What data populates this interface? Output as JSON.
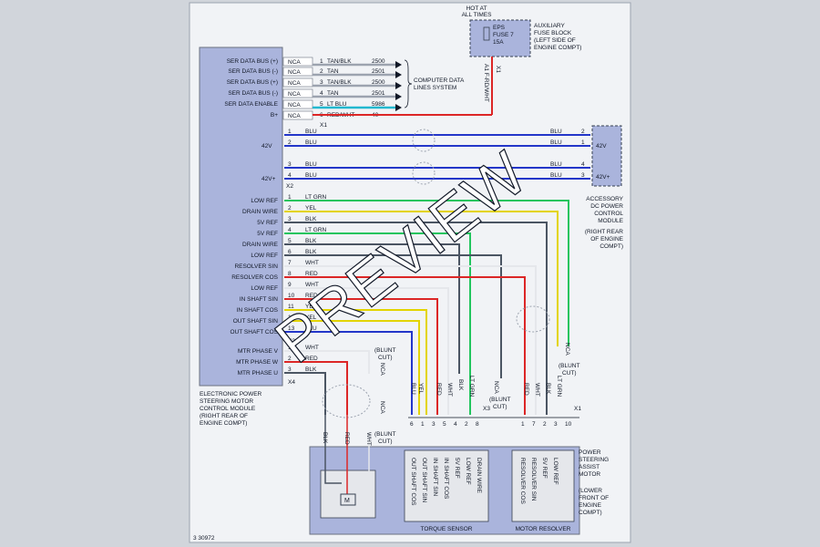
{
  "diagram": {
    "figure_number": "3 30972",
    "watermark": "PREVIEW",
    "hot_at_all_times": [
      "HOT AT",
      "ALL TIMES"
    ],
    "fuse": {
      "label": [
        "EPS",
        "FUSE 7",
        "15A"
      ],
      "block": [
        "AUXILIARY",
        "FUSE BLOCK",
        "(LEFT SIDE OF",
        "ENGINE COMPT)"
      ],
      "wire_circuit": "A1 F-RD/WHT"
    },
    "eps_module": {
      "label": [
        "ELECTRONIC POWER",
        "STEERING MOTOR",
        "CONTROL MODULE",
        "(RIGHT REAR OF",
        "ENGINE COMPT)"
      ]
    },
    "accessory_module": {
      "label": [
        "ACCESSORY",
        "DC POWER",
        "CONTROL",
        "MODULE",
        "(RIGHT REAR",
        "OF ENGINE",
        "COMPT)"
      ],
      "pins": [
        "42V",
        "42V+"
      ]
    },
    "steering_assist_motor": {
      "label": [
        "POWER",
        "STEERING",
        "ASSIST",
        "MOTOR",
        "(LOWER",
        "FRONT OF",
        "ENGINE",
        "COMPT)"
      ]
    },
    "torque_sensor_label": "TORQUE SENSOR",
    "motor_resolver_label": "MOTOR RESOLVER",
    "computer_data_lines": [
      "COMPUTER DATA",
      "LINES SYSTEM"
    ],
    "connectors": {
      "x1": "X1",
      "x2": "X2",
      "x3": "X3",
      "x4": "X4",
      "x_fuse": "X1"
    },
    "x1_pins": [
      {
        "label": "SER DATA BUS (+)",
        "nca": "NCA",
        "pin": "1",
        "color": "TAN/BLK",
        "circuit": "2500"
      },
      {
        "label": "SER DATA BUS (-)",
        "nca": "NCA",
        "pin": "2",
        "color": "TAN",
        "circuit": "2501"
      },
      {
        "label": "SER DATA BUS (+)",
        "nca": "NCA",
        "pin": "3",
        "color": "TAN/BLK",
        "circuit": "2500"
      },
      {
        "label": "SER DATA BUS (-)",
        "nca": "NCA",
        "pin": "4",
        "color": "TAN",
        "circuit": "2501"
      },
      {
        "label": "SER DATA ENABLE",
        "nca": "NCA",
        "pin": "5",
        "color": "LT BLU",
        "circuit": "5986"
      },
      {
        "label": "B+",
        "nca": "NCA",
        "pin": "6",
        "color": "RED/WHT",
        "circuit": "40"
      }
    ],
    "x2_pins": [
      {
        "pin": "1",
        "color": "BLU",
        "r_pin": "2"
      },
      {
        "pin": "2",
        "color": "BLU",
        "r_pin": "1",
        "group": "42V"
      },
      {
        "pin": "3",
        "color": "BLU",
        "r_pin": "4"
      },
      {
        "pin": "4",
        "color": "BLU",
        "r_pin": "3",
        "group": "42V+"
      }
    ],
    "x3_pins": [
      {
        "label": "LOW REF",
        "pin": "1",
        "color": "LT GRN"
      },
      {
        "label": "DRAIN WIRE",
        "pin": "2",
        "color": "YEL"
      },
      {
        "label": "5V REF",
        "pin": "3",
        "color": "BLK"
      },
      {
        "label": "5V REF",
        "pin": "4",
        "color": "LT GRN"
      },
      {
        "label": "DRAIN WIRE",
        "pin": "5",
        "color": "BLK"
      },
      {
        "label": "LOW REF",
        "pin": "6",
        "color": "BLK"
      },
      {
        "label": "RESOLVER SIN",
        "pin": "7",
        "color": "WHT"
      },
      {
        "label": "RESOLVER COS",
        "pin": "8",
        "color": "RED"
      },
      {
        "label": "LOW REF",
        "pin": "9",
        "color": "WHT"
      },
      {
        "label": "IN SHAFT SIN",
        "pin": "10",
        "color": "RED"
      },
      {
        "label": "IN SHAFT COS",
        "pin": "11",
        "color": "YEL"
      },
      {
        "label": "OUT SHAFT SIN",
        "pin": "12",
        "color": "YEL"
      },
      {
        "label": "OUT SHAFT COS",
        "pin": "13",
        "color": "BLU"
      }
    ],
    "x4_pins": [
      {
        "label": "MTR PHASE V",
        "pin": "1",
        "color": "WHT"
      },
      {
        "label": "MTR PHASE W",
        "pin": "2",
        "color": "RED"
      },
      {
        "label": "MTR PHASE U",
        "pin": "3",
        "color": "BLK"
      }
    ],
    "blunt_cut": [
      "(BLUNT",
      "CUT)"
    ],
    "nca": "NCA",
    "motor_wires": [
      "BLK",
      "RED",
      "WHT"
    ],
    "torque_wires": [
      "BLU",
      "YEL",
      "RED",
      "WHT",
      "LT GRN",
      "BLK"
    ],
    "torque_pins": [
      "6",
      "1",
      "3",
      "5",
      "4",
      "2",
      "8"
    ],
    "resolver_wires": [
      "RED",
      "WHT",
      "BLK",
      "LT GRN"
    ],
    "resolver_pins": [
      "1",
      "7",
      "2",
      "3",
      "10"
    ],
    "torque_box_labels": [
      "OUT SHAFT COS",
      "OUT SHAFT SIN",
      "IN SHAFT SIN",
      "IN SHAFT COS",
      "5V REF",
      "LOW REF",
      "DRAIN WIRE"
    ],
    "resolver_box_labels": [
      "RESOLVER COS",
      "RESOLVER SIN",
      "5V REF",
      "LOW REF"
    ],
    "wire_colors": {
      "tan": "#9ca3af",
      "ltblu": "#22b8cf",
      "red": "#dc2626",
      "blu": "#2336c9",
      "ltgrn": "#22c55e",
      "yel": "#e3d400",
      "blk": "#4b5563",
      "wht": "#e5e7eb",
      "frame": "#f1f3f6",
      "box": "#aab4dc",
      "bg": "#d1d5db"
    }
  }
}
